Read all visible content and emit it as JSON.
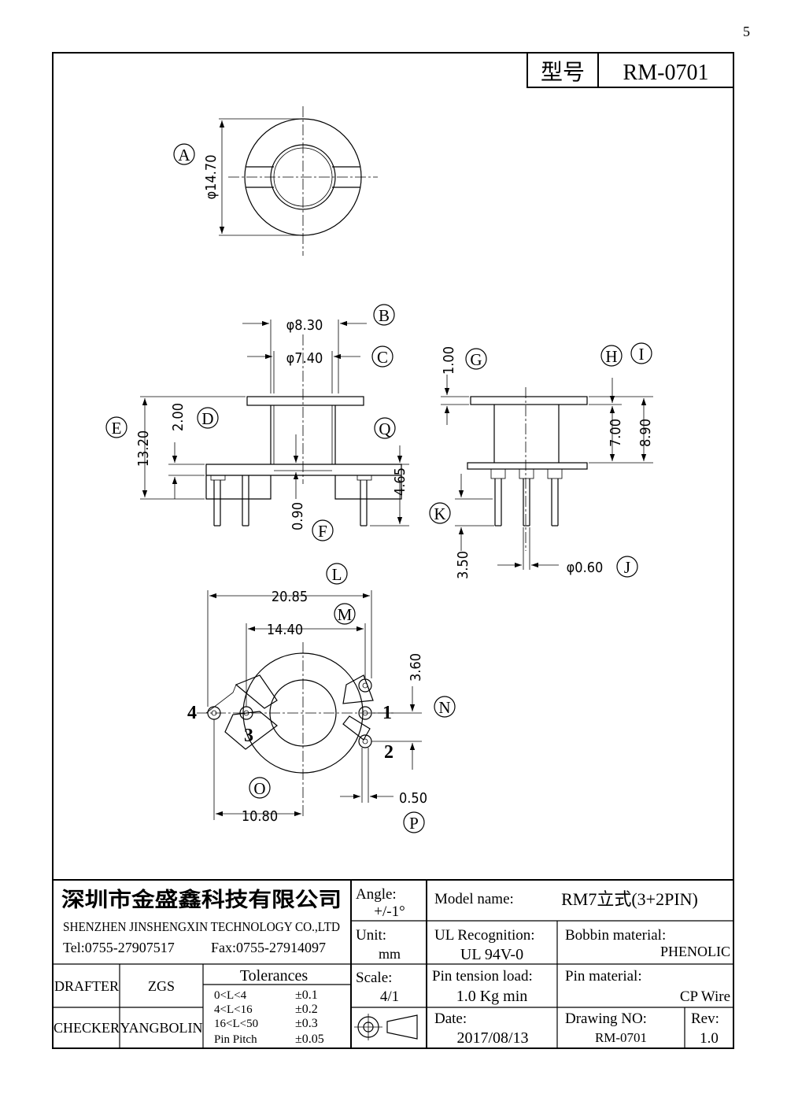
{
  "page_number": "5",
  "header": {
    "model_label": "型号",
    "model_value": "RM-0701"
  },
  "callouts": {
    "A": "A",
    "B": "B",
    "C": "C",
    "D": "D",
    "E": "E",
    "F": "F",
    "G": "G",
    "H": "H",
    "I": "I",
    "J": "J",
    "K": "K",
    "L": "L",
    "M": "M",
    "N": "N",
    "O": "O",
    "P": "P",
    "Q": "Q"
  },
  "dimensions": {
    "A": "φ14.70",
    "B": "φ8.30",
    "C": "φ7.40",
    "D": "2.00",
    "E": "13.20",
    "F": "0.90",
    "Q": "4.65",
    "G": "1.00",
    "H": "7.00",
    "I": "8.90",
    "K": "3.50",
    "J": "φ0.60",
    "L": "20.85",
    "M": "14.40",
    "N": "3.60",
    "O": "10.80",
    "P": "0.50"
  },
  "pins": {
    "p1": "1",
    "p2": "2",
    "p3": "3",
    "p4": "4"
  },
  "title_block": {
    "company_cn": "深圳市金盛鑫科技有限公司",
    "company_en": "SHENZHEN JINSHENGXIN TECHNOLOGY CO.,LTD",
    "tel": "Tel:0755-27907517",
    "fax": "Fax:0755-27914097",
    "angle_label": "Angle:",
    "angle_value": "+/-1°",
    "unit_label": "Unit:",
    "unit_value": "mm",
    "scale_label": "Scale:",
    "scale_value": "4/1",
    "model_name_label": "Model name:",
    "model_name_value": "RM7立式(3+2PIN)",
    "ul_label": "UL Recognition:",
    "ul_value": "UL 94V-0",
    "bobbin_label": "Bobbin material:",
    "bobbin_value": "PHENOLIC",
    "pin_tension_label": "Pin tension load:",
    "pin_tension_value": "1.0 Kg min",
    "pin_material_label": "Pin material:",
    "pin_material_value": "CP Wire",
    "date_label": "Date:",
    "date_value": "2017/08/13",
    "drawing_no_label": "Drawing NO:",
    "drawing_no_value": "RM-0701",
    "rev_label": "Rev:",
    "rev_value": "1.0",
    "drafter_label": "DRAFTER",
    "drafter_value": "ZGS",
    "checker_label": "CHECKER",
    "checker_value": "YANGBOLIN",
    "tolerances": {
      "title": "Tolerances",
      "rows": [
        {
          "range": "0<L<4",
          "tol": "±0.1"
        },
        {
          "range": "4<L<16",
          "tol": "±0.2"
        },
        {
          "range": "16<L<50",
          "tol": "±0.3"
        },
        {
          "range": "Pin Pitch",
          "tol": "±0.05"
        }
      ]
    }
  }
}
